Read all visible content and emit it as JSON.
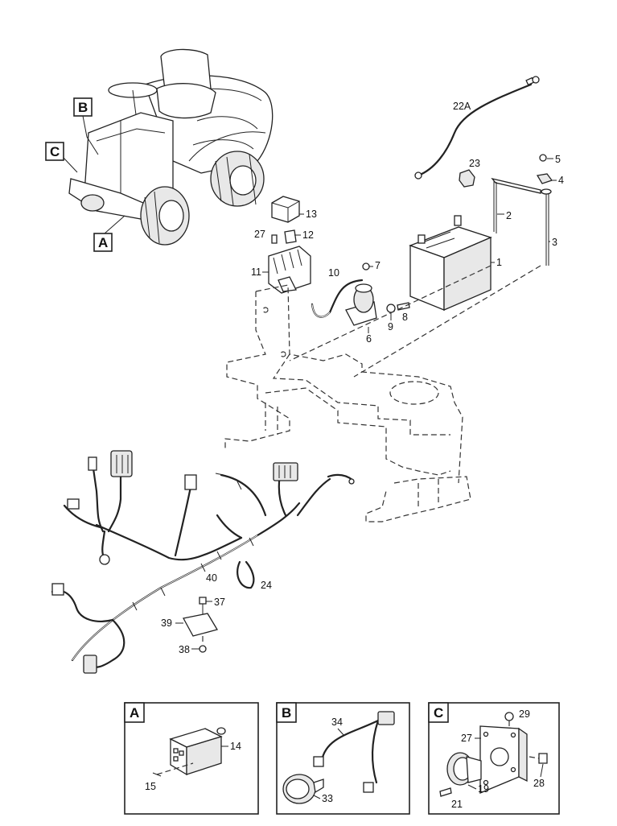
{
  "callouts": {
    "a": "A",
    "b": "B",
    "c": "C"
  },
  "parts": {
    "p1": "1",
    "p2": "2",
    "p3": "3",
    "p4": "4",
    "p5": "5",
    "p6": "6",
    "p7": "7",
    "p8": "8",
    "p9": "9",
    "p10": "10",
    "p11": "11",
    "p12": "12",
    "p13": "13",
    "p14": "14",
    "p15": "15",
    "p19": "19",
    "p21": "21",
    "p22a": "22A",
    "p23": "23",
    "p24": "24",
    "p27": "27",
    "p27b": "27",
    "p28": "28",
    "p29": "29",
    "p33": "33",
    "p34": "34",
    "p37": "37",
    "p38": "38",
    "p39": "39",
    "p40": "40"
  },
  "icons": {
    "tractor": "riding-mower-icon",
    "battery": "battery-icon",
    "harness": "wiring-harness-icon"
  }
}
